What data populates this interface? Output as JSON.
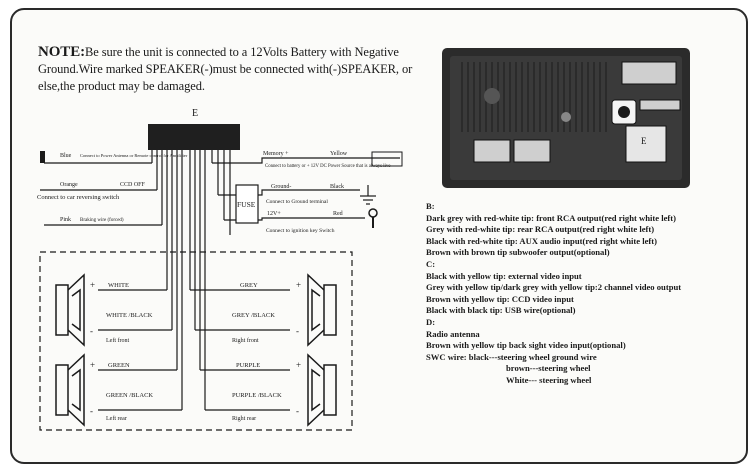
{
  "note": {
    "heading": "NOTE:",
    "text": "Be sure the unit is connected to a 12Volts Battery with Negative Ground.Wire marked SPEAKER(-)must be connected with(-)SPEAKER, or else,the product may be damaged."
  },
  "connector_label": "E",
  "left_wires": {
    "blue": "Blue",
    "blue_note": "Connect to Power Antenna or Remote control for Amplifier",
    "orange": "Orange",
    "orange_value": "CCD OFF",
    "orange_note": "Connect to car reversing switch",
    "pink": "Pink",
    "pink_note": "Braking wire (forced)"
  },
  "right_wires": {
    "memory": "Memory +",
    "yellow": "Yellow",
    "yellow_note": "Connect to battery or + 12V DC Power Source that is always live",
    "ground": "Ground-",
    "black": "Black",
    "ground_note": "Connect to Ground terminal",
    "v12": "12V+",
    "red": "Red",
    "v12_note": "Connect to ignition key Switch",
    "fuse": "FUSE"
  },
  "speakers": {
    "white": "WHITE",
    "white_black": "WHITE /BLACK",
    "left_front": "Left front",
    "green": "GREEN",
    "green_black": "GREEN /BLACK",
    "left_rear": "Left rear",
    "grey": "GREY",
    "grey_black": "GREY /BLACK",
    "right_front": "Right front",
    "purple": "PURPLE",
    "purple_black": "PURPLE /BLACK",
    "right_rear": "Right rear",
    "plus": "+",
    "minus": "-"
  },
  "back_panel": {
    "label_e": "E"
  },
  "info_lines": [
    "B:",
    "Dark grey with red-white tip: front RCA output(red right white left)",
    "Grey with red-white tip: rear RCA output(red right white left)",
    "Black with red-white tip: AUX audio input(red right white left)",
    "Brown with brown tip subwoofer output(optional)",
    "C:",
    "Black with yellow tip: external video input",
    "Grey with yellow tip/dark grey with yellow tip:2 channel video output",
    "Brown with yellow tip: CCD video input",
    "Black with black tip: USB wire(optional)",
    "D:",
    "Radio antenna",
    "Brown with yellow tip back sight video input(optional)",
    "SWC wire: black---steering wheel ground wire"
  ],
  "info_indent": [
    "brown---steering wheel",
    "White--- steering wheel"
  ],
  "colors": {
    "ink": "#1a1a1a",
    "panel": "#2b2b2b",
    "paper": "#fbfbf9"
  }
}
